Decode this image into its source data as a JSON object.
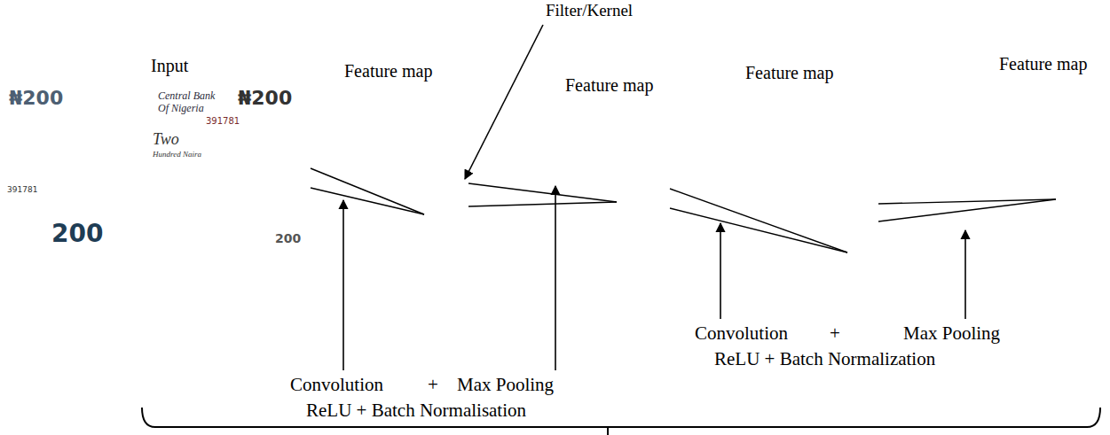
{
  "diagram": {
    "nodes": [
      {
        "text": [
          "Input"
        ]
      },
      {
        "text": [
          "Feature map"
        ]
      },
      {
        "text": [
          "Feature map"
        ]
      },
      {
        "text": [
          "Feature map"
        ]
      },
      {
        "text": [
          "Feature map"
        ]
      }
    ],
    "edges": [
      {
        "from": 0,
        "to": 1,
        "arrow": "none"
      },
      {
        "from": 1,
        "to": 2,
        "arrow": "none"
      },
      {
        "from": 2,
        "to": 3,
        "arrow": "none"
      },
      {
        "from": 3,
        "to": 4,
        "arrow": "none"
      }
    ],
    "labels": [
      "Filter/Kernel",
      "Convolution",
      "+",
      "Max Pooling",
      "ReLU + Batch Normalisation",
      "Convolution",
      "+",
      "Max Pooling",
      "ReLU + Batch Normalization",
      "₦200",
      "Central Bank",
      "Of Nigeria",
      "₦200",
      "391781",
      "Two",
      "Hundred Naira",
      "391781",
      "200",
      "200"
    ]
  }
}
